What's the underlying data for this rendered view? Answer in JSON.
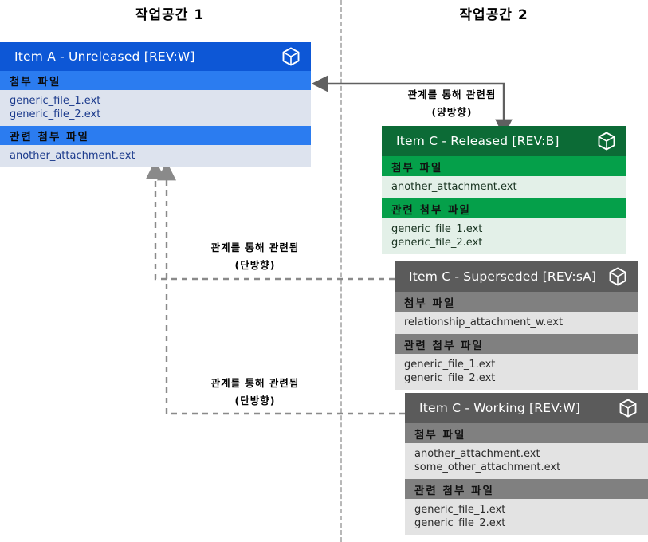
{
  "workspaces": [
    {
      "title": "작업공간 1"
    },
    {
      "title": "작업공간 2"
    }
  ],
  "section_labels": {
    "attachments": "첨부 파일",
    "related_attachments": "관련 첨부 파일"
  },
  "cards": {
    "item_a": {
      "title": "Item A - Unreleased [REV:W]",
      "icon": "cube-icon",
      "accent": "#0d57d6",
      "header": "#2b7cf0",
      "body": "#dde3ee",
      "attachments_label": "첨부 파일",
      "attachments": [
        "generic_file_1.ext",
        "generic_file_2.ext"
      ],
      "related_label": "관련 첨부 파일",
      "related": [
        "another_attachment.ext"
      ]
    },
    "item_c_released": {
      "title": "Item C - Released [REV:B]",
      "icon": "cube-icon",
      "accent": "#0c6b36",
      "header": "#05a04a",
      "body": "#e3f0e8",
      "attachments_label": "첨부 파일",
      "attachments": [
        "another_attachment.ext"
      ],
      "related_label": "관련 첨부 파일",
      "related": [
        "generic_file_1.ext",
        "generic_file_2.ext"
      ]
    },
    "item_c_superseded": {
      "title": "Item C - Superseded [REV:sA]",
      "icon": "cube-icon",
      "accent": "#5b5b5b",
      "header": "#808080",
      "body": "#e3e3e3",
      "attachments_label": "첨부 파일",
      "attachments": [
        "relationship_attachment_w.ext"
      ],
      "related_label": "관련 첨부 파일",
      "related": [
        "generic_file_1.ext",
        "generic_file_2.ext"
      ]
    },
    "item_c_working": {
      "title": "Item C - Working [REV:W]",
      "icon": "cube-icon",
      "accent": "#5b5b5b",
      "header": "#808080",
      "body": "#e3e3e3",
      "attachments_label": "첨부 파일",
      "attachments": [
        "another_attachment.ext",
        "some_other_attachment.ext"
      ],
      "related_label": "관련 첨부 파일",
      "related": [
        "generic_file_1.ext",
        "generic_file_2.ext"
      ]
    }
  },
  "connectors": [
    {
      "id": "bidirectional",
      "line1": "관계를 통해 관련됨",
      "line2": "(양방향)",
      "style": "solid",
      "color": "#606060"
    },
    {
      "id": "unidirectional-superseded",
      "line1": "관계를 통해 관련됨",
      "line2": "(단방향)",
      "style": "dashed",
      "color": "#8a8a8a"
    },
    {
      "id": "unidirectional-working",
      "line1": "관계를 통해 관련됨",
      "line2": "(단방향)",
      "style": "dashed",
      "color": "#8a8a8a"
    }
  ],
  "divider": {
    "name": "workspace-divider",
    "color": "#b8b8b8"
  }
}
